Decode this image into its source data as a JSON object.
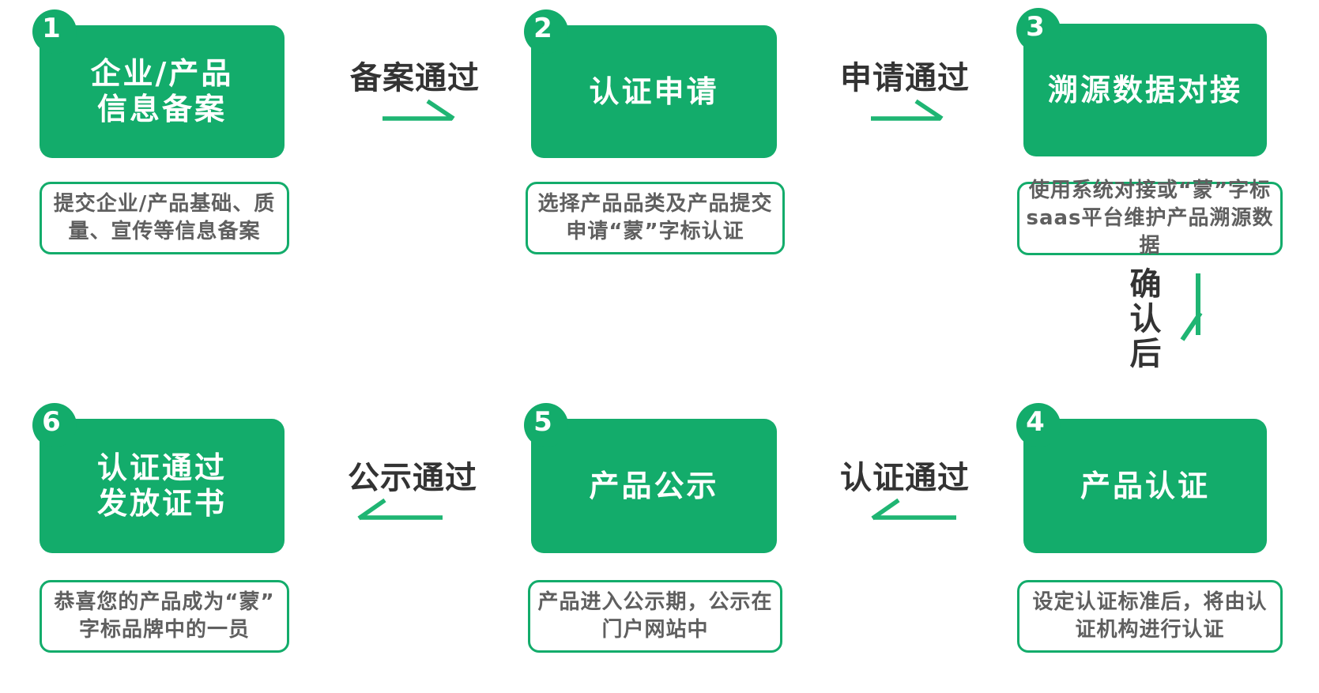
{
  "colors": {
    "green": "#13ac6b",
    "arrow": "#1fb573",
    "label_text": "#333333",
    "desc_text": "#5f5f5f",
    "box_text": "#ffffff",
    "background": "#ffffff"
  },
  "steps": [
    {
      "number": "1",
      "title": "企业/产品\n信息备案",
      "description": "提交企业/产品基础、质\n量、宣传等信息备案"
    },
    {
      "number": "2",
      "title": "认证申请",
      "description": "选择产品品类及产品提交\n申请“蒙”字标认证"
    },
    {
      "number": "3",
      "title": "溯源数据对接",
      "description": "使用系统对接或“蒙”字标\nsaas平台维护产品溯源数据"
    },
    {
      "number": "4",
      "title": "产品认证",
      "description": "设定认证标准后，将由认\n证机构进行认证"
    },
    {
      "number": "5",
      "title": "产品公示",
      "description": "产品进入公示期，公示在\n门户网站中"
    },
    {
      "number": "6",
      "title": "认证通过\n发放证书",
      "description": "恭喜您的产品成为“蒙”\n字标品牌中的一员"
    }
  ],
  "connectors": [
    {
      "label": "备案通过",
      "direction": "right"
    },
    {
      "label": "申请通过",
      "direction": "right"
    },
    {
      "label": "确\n认\n后",
      "direction": "down"
    },
    {
      "label": "认证通过",
      "direction": "left"
    },
    {
      "label": "公示通过",
      "direction": "left"
    }
  ]
}
